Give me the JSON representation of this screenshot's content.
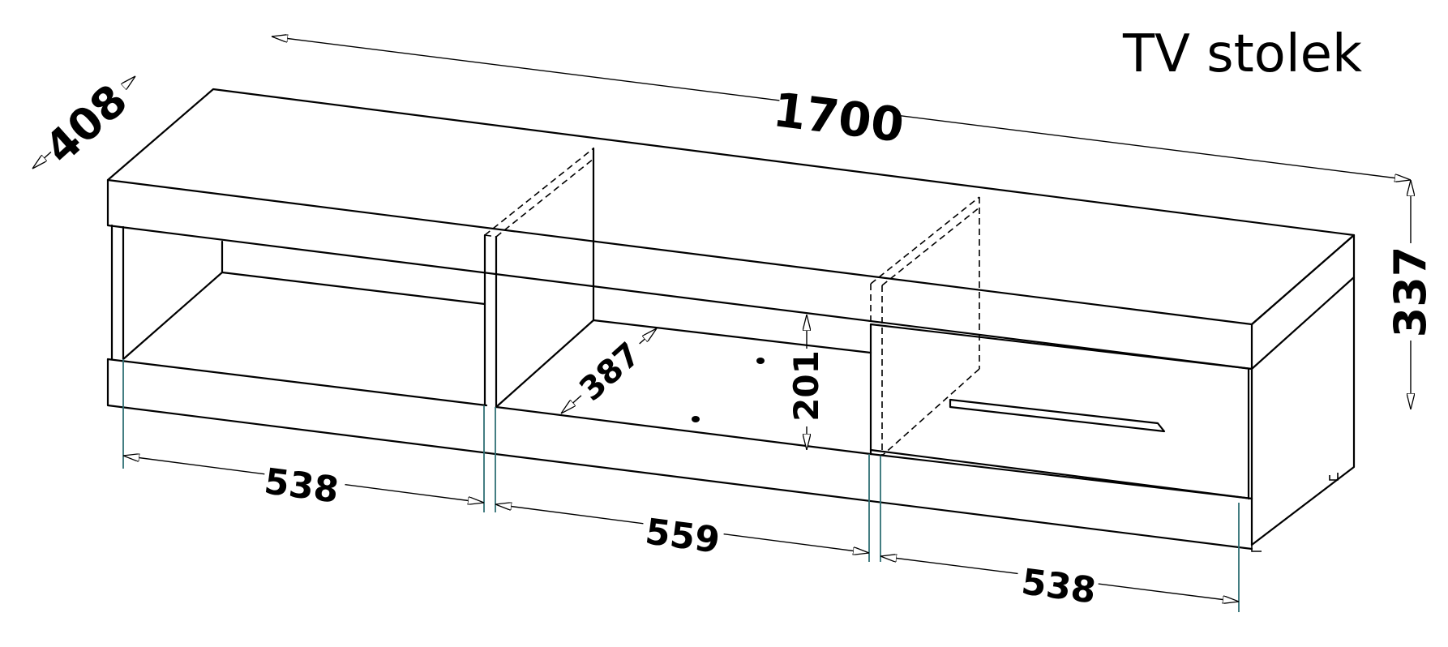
{
  "title": "TV stolek",
  "dimensions": {
    "width": "1700",
    "depth": "408",
    "height": "337",
    "left_section": "538",
    "middle_section": "559",
    "right_section": "538",
    "shelf_depth": "387",
    "shelf_height": "201"
  }
}
